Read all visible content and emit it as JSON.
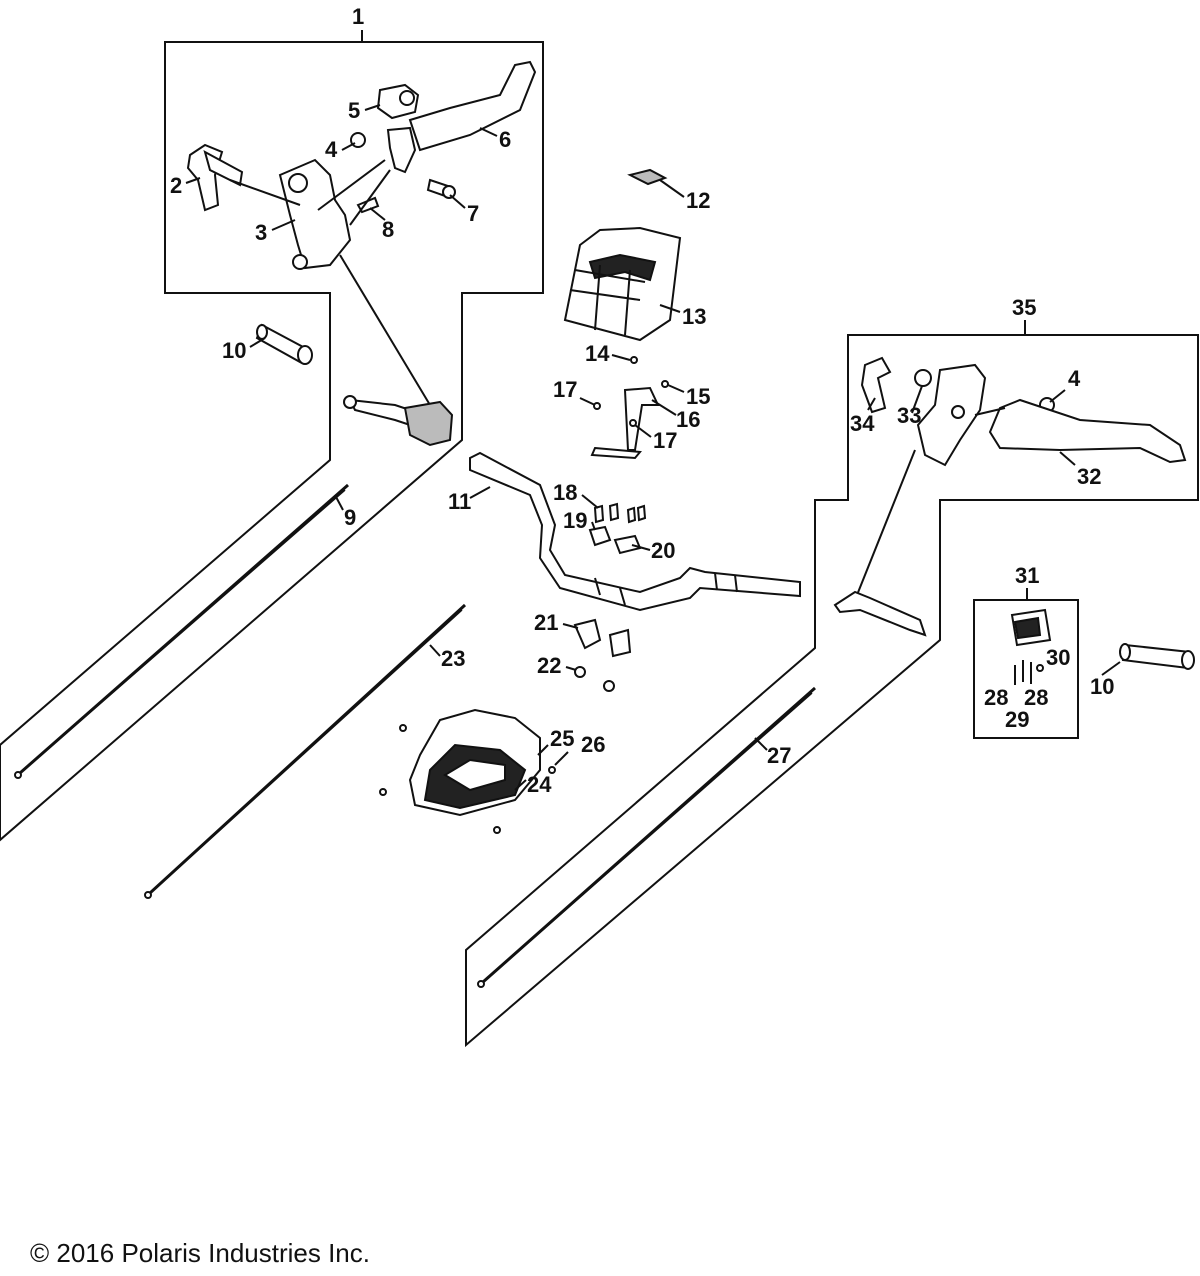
{
  "callouts": {
    "c1": "1",
    "c2": "2",
    "c3": "3",
    "c4a": "4",
    "c5": "5",
    "c6": "6",
    "c7": "7",
    "c8": "8",
    "c9": "9",
    "c10a": "10",
    "c11": "11",
    "c12": "12",
    "c13": "13",
    "c14": "14",
    "c15": "15",
    "c16": "16",
    "c17a": "17",
    "c17b": "17",
    "c18": "18",
    "c19": "19",
    "c20": "20",
    "c21": "21",
    "c22": "22",
    "c23": "23",
    "c24": "24",
    "c25": "25",
    "c26": "26",
    "c27": "27",
    "c28a": "28",
    "c28b": "28",
    "c29": "29",
    "c30": "30",
    "c31": "31",
    "c32": "32",
    "c33": "33",
    "c34": "34",
    "c35": "35",
    "c4b": "4",
    "c10b": "10"
  },
  "copyright": "© 2016 Polaris Industries Inc."
}
